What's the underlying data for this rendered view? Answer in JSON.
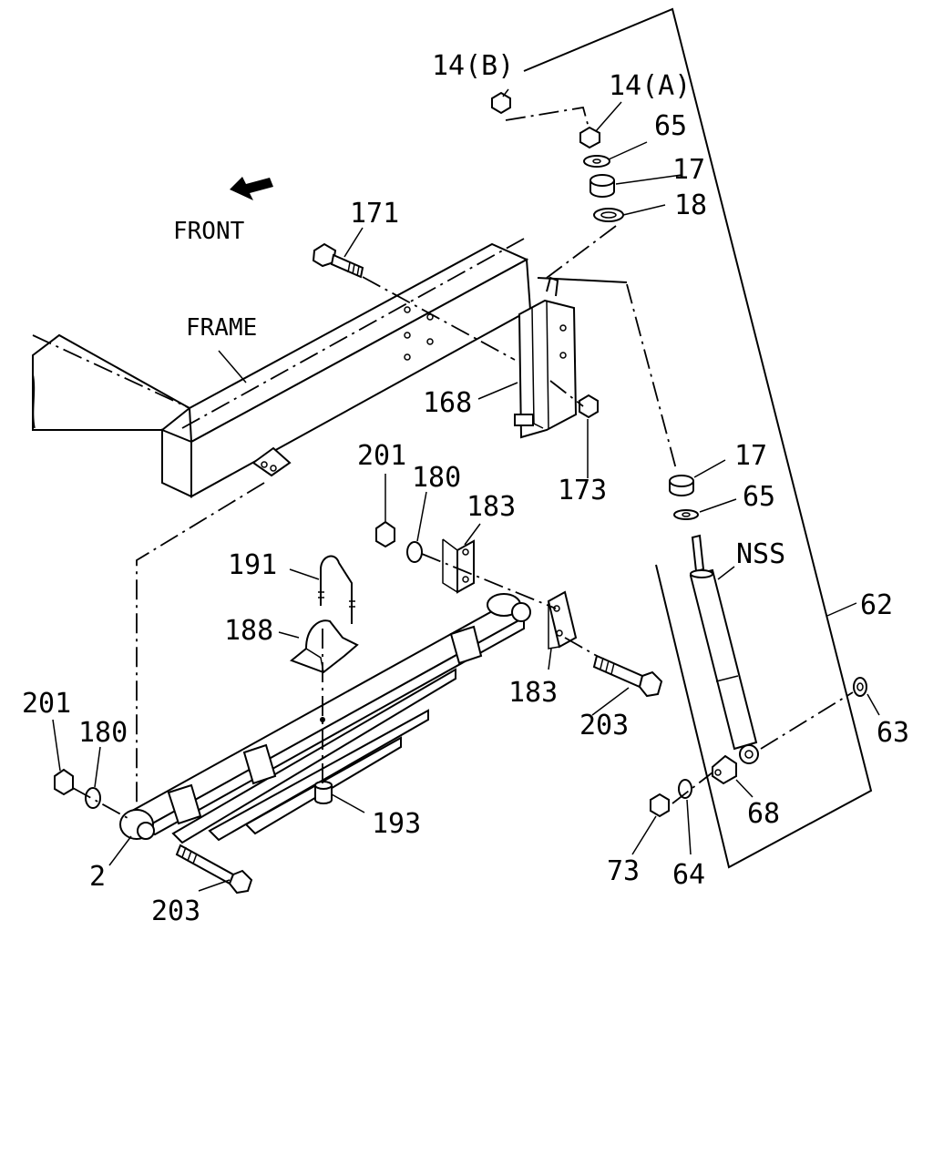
{
  "labels": {
    "front": "FRONT",
    "frame": "FRAME",
    "p171": "171",
    "p168": "168",
    "p173": "173",
    "p14b": "14(B)",
    "p14a": "14(A)",
    "p65": "65",
    "p17": "17",
    "p18": "18",
    "nss": "NSS",
    "p62": "62",
    "p63": "63",
    "p68": "68",
    "p64": "64",
    "p73": "73",
    "p201": "201",
    "p180": "180",
    "p183": "183",
    "p191": "191",
    "p188": "188",
    "p193": "193",
    "p203": "203",
    "p2": "2"
  }
}
